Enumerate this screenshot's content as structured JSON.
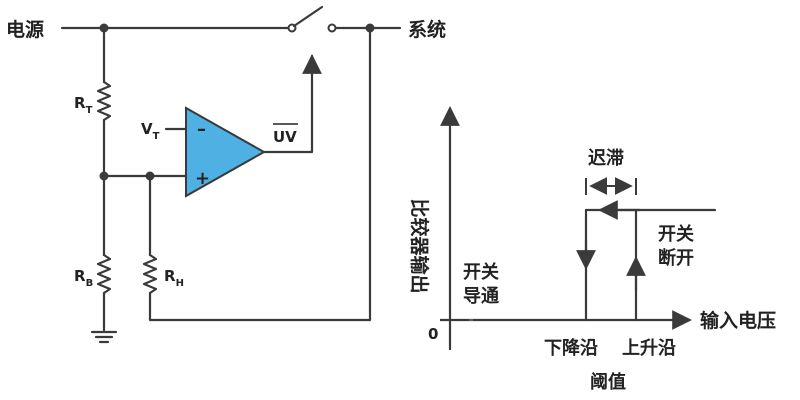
{
  "circuit": {
    "power_label": "电源",
    "system_label": "系统",
    "r_top": {
      "main": "R",
      "sub": "T"
    },
    "r_bottom": {
      "main": "R",
      "sub": "B"
    },
    "r_hyst": {
      "main": "R",
      "sub": "H"
    },
    "v_threshold": {
      "main": "V",
      "sub": "T"
    },
    "minus_sign": "–",
    "plus_sign": "+",
    "output_label": "UV",
    "colors": {
      "opamp_fill": "#4fb0e3",
      "wire": "#3a3a3a",
      "text": "#222222"
    }
  },
  "graph": {
    "y_axis_label": "比较器输出",
    "x_axis_label": "输入电压",
    "origin_label": "0",
    "switch_on_line1": "开关",
    "switch_on_line2": "导通",
    "switch_off_line1": "开关",
    "switch_off_line2": "断开",
    "hysteresis_label": "迟滞",
    "falling_edge_label": "下降沿",
    "rising_edge_label": "上升沿",
    "threshold_label": "阈值"
  }
}
